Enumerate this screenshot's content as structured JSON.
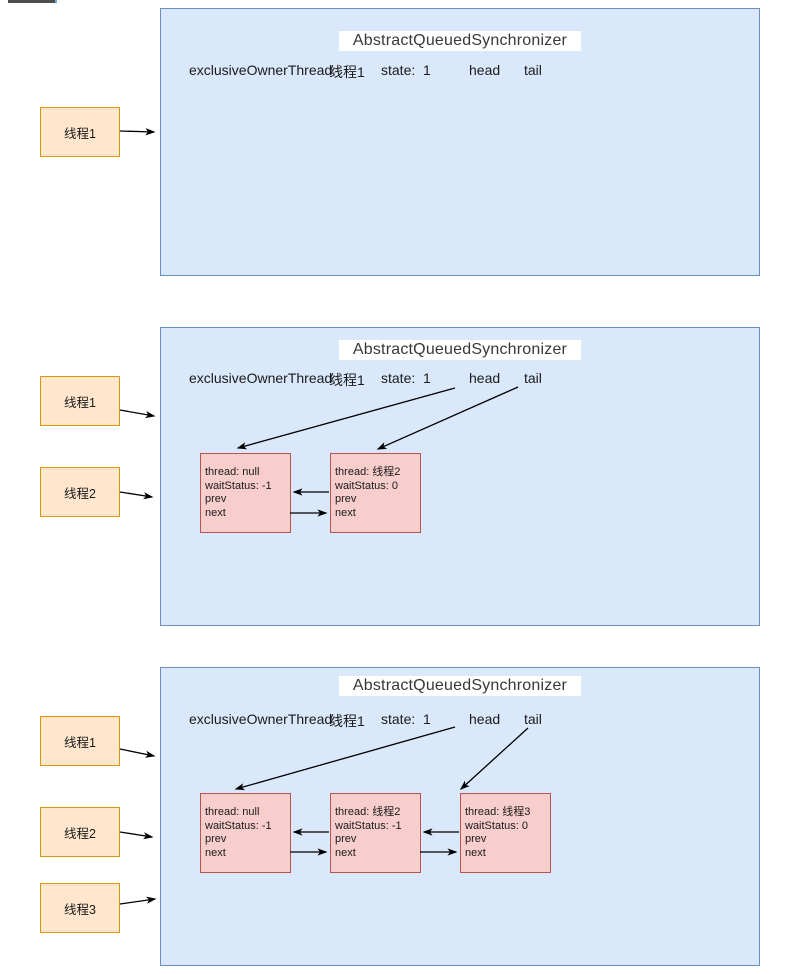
{
  "diagram": {
    "colors": {
      "panel_fill": "#dae8fc",
      "panel_border": "#6c8ebf",
      "thread_fill": "#ffe6cc",
      "thread_border": "#d79b00",
      "node_fill": "#f8cecc",
      "node_border": "#b85450",
      "title_bg": "#ffffff",
      "arrow": "#000000"
    },
    "panels": [
      {
        "title": "AbstractQueuedSynchronizer",
        "fields": {
          "owner_label": "exclusiveOwnerThread:",
          "owner_value": "线程1",
          "state_label": "state:",
          "state_value": "1",
          "head_label": "head",
          "tail_label": "tail"
        },
        "threads": [
          {
            "label": "线程1"
          }
        ],
        "nodes": []
      },
      {
        "title": "AbstractQueuedSynchronizer",
        "fields": {
          "owner_label": "exclusiveOwnerThread:",
          "owner_value": "线程1",
          "state_label": "state:",
          "state_value": "1",
          "head_label": "head",
          "tail_label": "tail"
        },
        "threads": [
          {
            "label": "线程1"
          },
          {
            "label": "线程2"
          }
        ],
        "nodes": [
          {
            "lines": [
              "thread:  null",
              "waitStatus:  -1",
              "prev",
              "next"
            ]
          },
          {
            "lines": [
              "thread:  线程2",
              "waitStatus:  0",
              "prev",
              "next"
            ]
          }
        ]
      },
      {
        "title": "AbstractQueuedSynchronizer",
        "fields": {
          "owner_label": "exclusiveOwnerThread:",
          "owner_value": "线程1",
          "state_label": "state:",
          "state_value": "1",
          "head_label": "head",
          "tail_label": "tail"
        },
        "threads": [
          {
            "label": "线程1"
          },
          {
            "label": "线程2"
          },
          {
            "label": "线程3"
          }
        ],
        "nodes": [
          {
            "lines": [
              "thread:  null",
              "waitStatus:  -1",
              "prev",
              "next"
            ]
          },
          {
            "lines": [
              "thread:  线程2",
              "waitStatus:  -1",
              "prev",
              "next"
            ]
          },
          {
            "lines": [
              "thread:  线程3",
              "waitStatus:  0",
              "prev",
              "next"
            ]
          }
        ]
      }
    ]
  }
}
